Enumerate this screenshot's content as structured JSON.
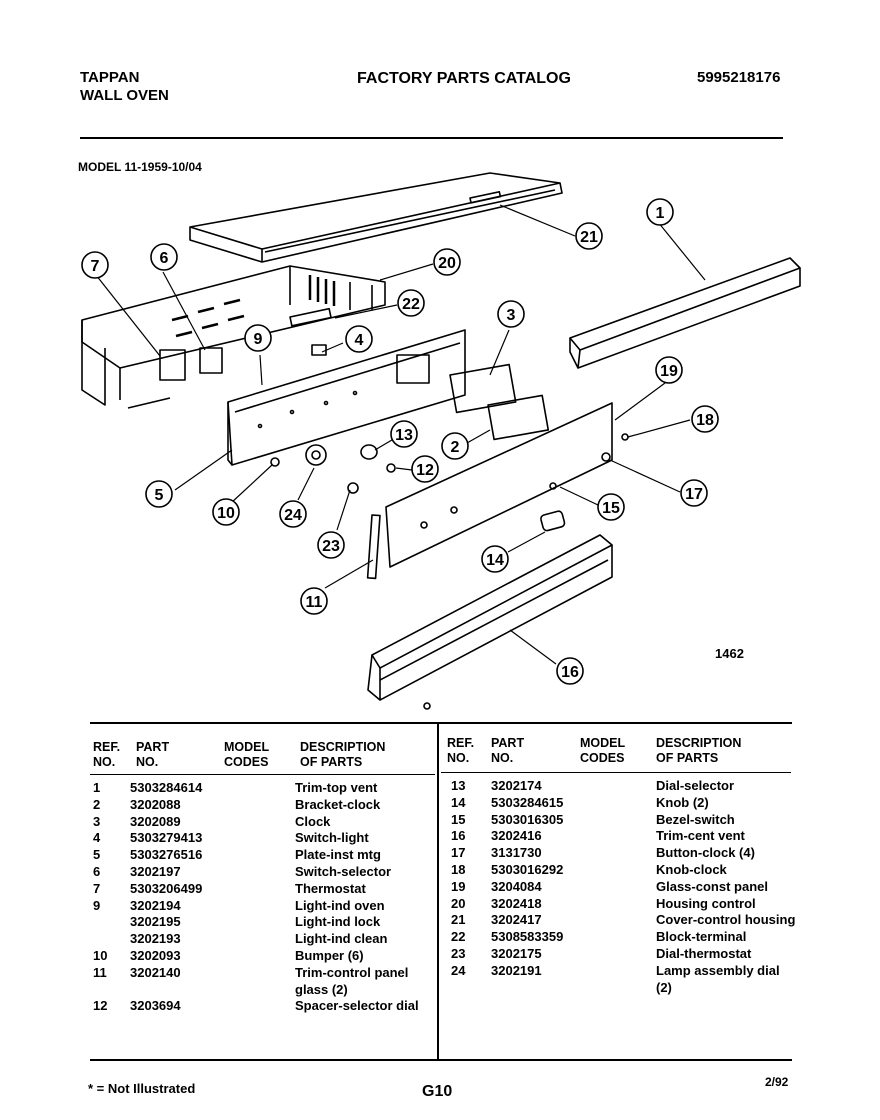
{
  "header": {
    "brand_line1": "TAPPAN",
    "brand_line2": "WALL OVEN",
    "catalog_title": "FACTORY PARTS CATALOG",
    "catalog_number": "5995218176",
    "model": "MODEL 11-1959-10/04"
  },
  "diagram": {
    "figure_number": "1462",
    "callouts": [
      "1",
      "2",
      "3",
      "4",
      "5",
      "6",
      "7",
      "9",
      "10",
      "11",
      "12",
      "13",
      "14",
      "15",
      "16",
      "17",
      "18",
      "19",
      "20",
      "21",
      "22",
      "23",
      "24"
    ]
  },
  "table": {
    "headers": {
      "ref": "REF.",
      "no": "NO.",
      "part": "PART",
      "part_no": "NO.",
      "model": "MODEL",
      "codes": "CODES",
      "desc": "DESCRIPTION",
      "of_parts": "OF PARTS"
    },
    "left_rows": [
      [
        "1",
        "5303284614",
        "Trim-top vent"
      ],
      [
        "2",
        "3202088",
        "Bracket-clock"
      ],
      [
        "3",
        "3202089",
        "Clock"
      ],
      [
        "4",
        "5303279413",
        "Switch-light"
      ],
      [
        "5",
        "5303276516",
        "Plate-inst mtg"
      ],
      [
        "6",
        "3202197",
        "Switch-selector"
      ],
      [
        "7",
        "5303206499",
        "Thermostat"
      ],
      [
        "9",
        "3202194",
        "Light-ind oven"
      ],
      [
        "",
        "3202195",
        "Light-ind lock"
      ],
      [
        "",
        "3202193",
        "Light-ind clean"
      ],
      [
        "10",
        "3202093",
        "Bumper (6)"
      ],
      [
        "11",
        "3202140",
        "Trim-control panel"
      ],
      [
        "",
        "",
        "glass (2)"
      ],
      [
        "12",
        "3203694",
        "Spacer-selector dial"
      ]
    ],
    "right_rows": [
      [
        "13",
        "3202174",
        "Dial-selector"
      ],
      [
        "14",
        "5303284615",
        "Knob (2)"
      ],
      [
        "15",
        "5303016305",
        "Bezel-switch"
      ],
      [
        "16",
        "3202416",
        "Trim-cent vent"
      ],
      [
        "17",
        "3131730",
        "Button-clock (4)"
      ],
      [
        "18",
        "5303016292",
        "Knob-clock"
      ],
      [
        "19",
        "3204084",
        "Glass-const panel"
      ],
      [
        "20",
        "3202418",
        "Housing control"
      ],
      [
        "21",
        "3202417",
        "Cover-control housing"
      ],
      [
        "22",
        "5308583359",
        "Block-terminal"
      ],
      [
        "23",
        "3202175",
        "Dial-thermostat"
      ],
      [
        "24",
        "3202191",
        "Lamp assembly dial"
      ],
      [
        "",
        "",
        "(2)"
      ]
    ]
  },
  "footer": {
    "note": "* = Not Illustrated",
    "page": "G10",
    "date": "2/92"
  }
}
